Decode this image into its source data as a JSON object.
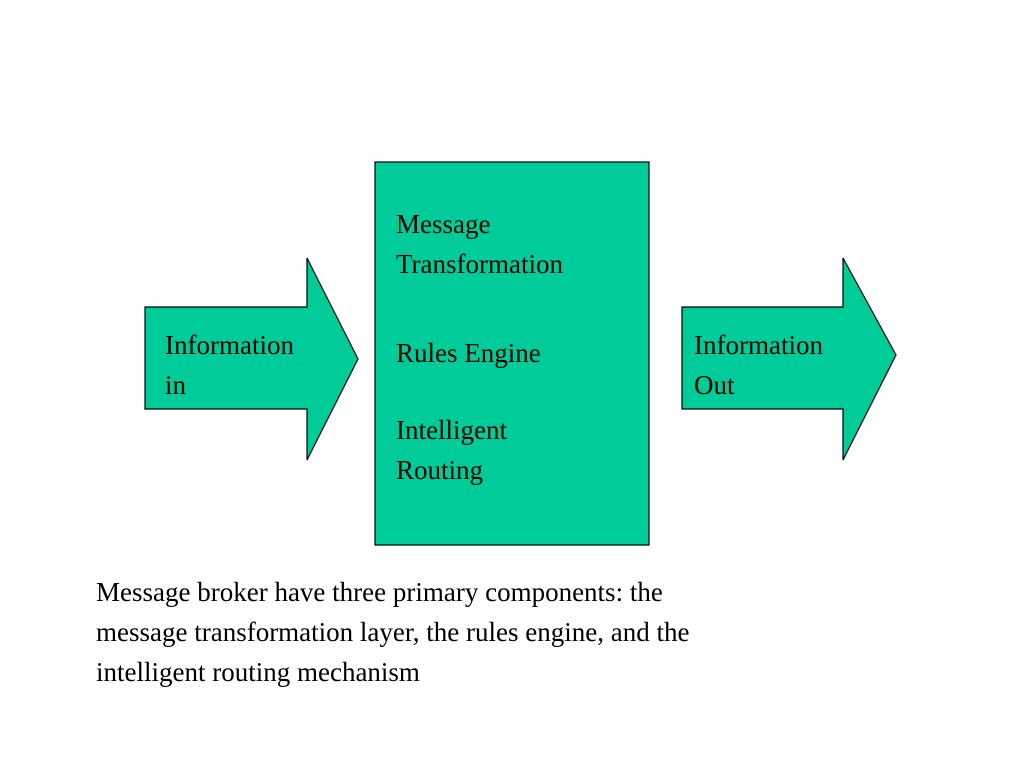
{
  "diagram": {
    "colors": {
      "fill": "#00CC99",
      "stroke": "#000000"
    },
    "input_arrow": {
      "line1": "Information",
      "line2": "in"
    },
    "broker_box": {
      "component1_line1": "Message",
      "component1_line2": "Transformation",
      "component2": "Rules Engine",
      "component3_line1": "Intelligent",
      "component3_line2": "Routing"
    },
    "output_arrow": {
      "line1": "Information",
      "line2": "Out"
    }
  },
  "caption": {
    "line1": "Message broker have three primary components: the",
    "line2": "message transformation layer, the rules engine, and the",
    "line3": "intelligent routing mechanism"
  }
}
